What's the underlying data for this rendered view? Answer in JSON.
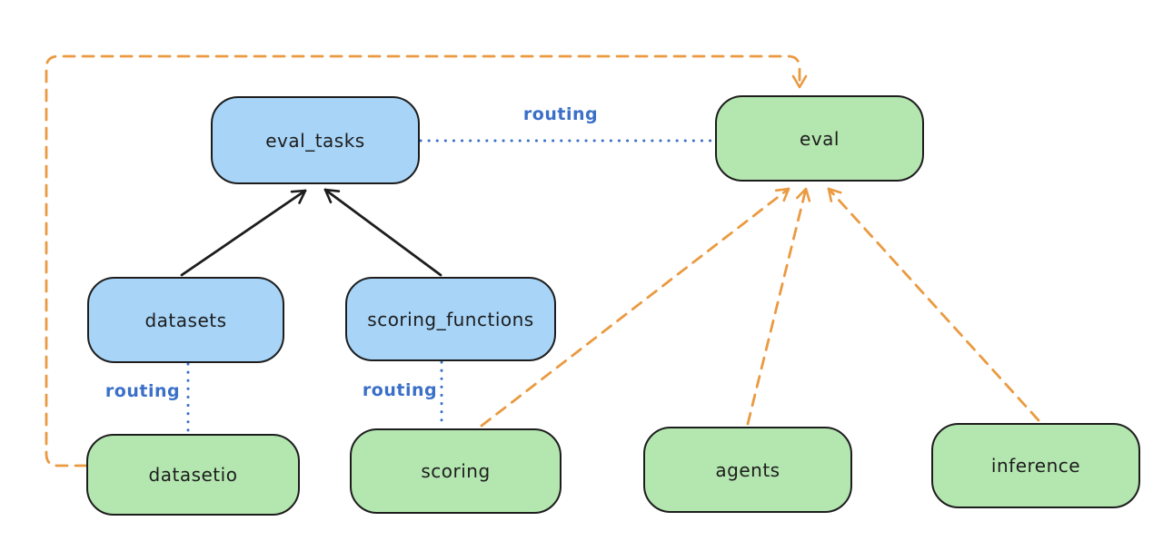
{
  "diagram": {
    "nodes": [
      {
        "id": "eval_tasks",
        "label": "eval_tasks",
        "fill": "#a7d4f7"
      },
      {
        "id": "eval",
        "label": "eval",
        "fill": "#b4e6b0"
      },
      {
        "id": "datasets",
        "label": "datasets",
        "fill": "#a7d4f7"
      },
      {
        "id": "scoring_functions",
        "label": "scoring_functions",
        "fill": "#a7d4f7"
      },
      {
        "id": "datasetio",
        "label": "datasetio",
        "fill": "#b4e6b0"
      },
      {
        "id": "scoring",
        "label": "scoring",
        "fill": "#b4e6b0"
      },
      {
        "id": "agents",
        "label": "agents",
        "fill": "#b4e6b0"
      },
      {
        "id": "inference",
        "label": "inference",
        "fill": "#b4e6b0"
      }
    ],
    "edges": [
      {
        "from": "datasets",
        "to": "eval_tasks",
        "style": "solid-black-arrow"
      },
      {
        "from": "scoring_functions",
        "to": "eval_tasks",
        "style": "solid-black-arrow"
      },
      {
        "from": "eval_tasks",
        "to": "eval",
        "style": "dotted-blue",
        "label": "routing"
      },
      {
        "from": "datasets",
        "to": "datasetio",
        "style": "dotted-blue",
        "label": "routing"
      },
      {
        "from": "scoring_functions",
        "to": "scoring",
        "style": "dotted-blue",
        "label": "routing"
      },
      {
        "from": "datasetio",
        "to": "eval",
        "style": "dashed-orange-arrow"
      },
      {
        "from": "scoring",
        "to": "eval",
        "style": "dashed-orange-arrow"
      },
      {
        "from": "agents",
        "to": "eval",
        "style": "dashed-orange-arrow"
      },
      {
        "from": "inference",
        "to": "eval",
        "style": "dashed-orange-arrow"
      }
    ],
    "colors": {
      "background": "#ffffff",
      "node_fill_blue": "#a7d4f7",
      "node_fill_green": "#b4e6b0",
      "node_stroke": "#1d1d1d",
      "routing_blue": "#3b70c8",
      "arrow_orange": "#ea9a41",
      "arrow_black": "#1d1d1d"
    }
  }
}
